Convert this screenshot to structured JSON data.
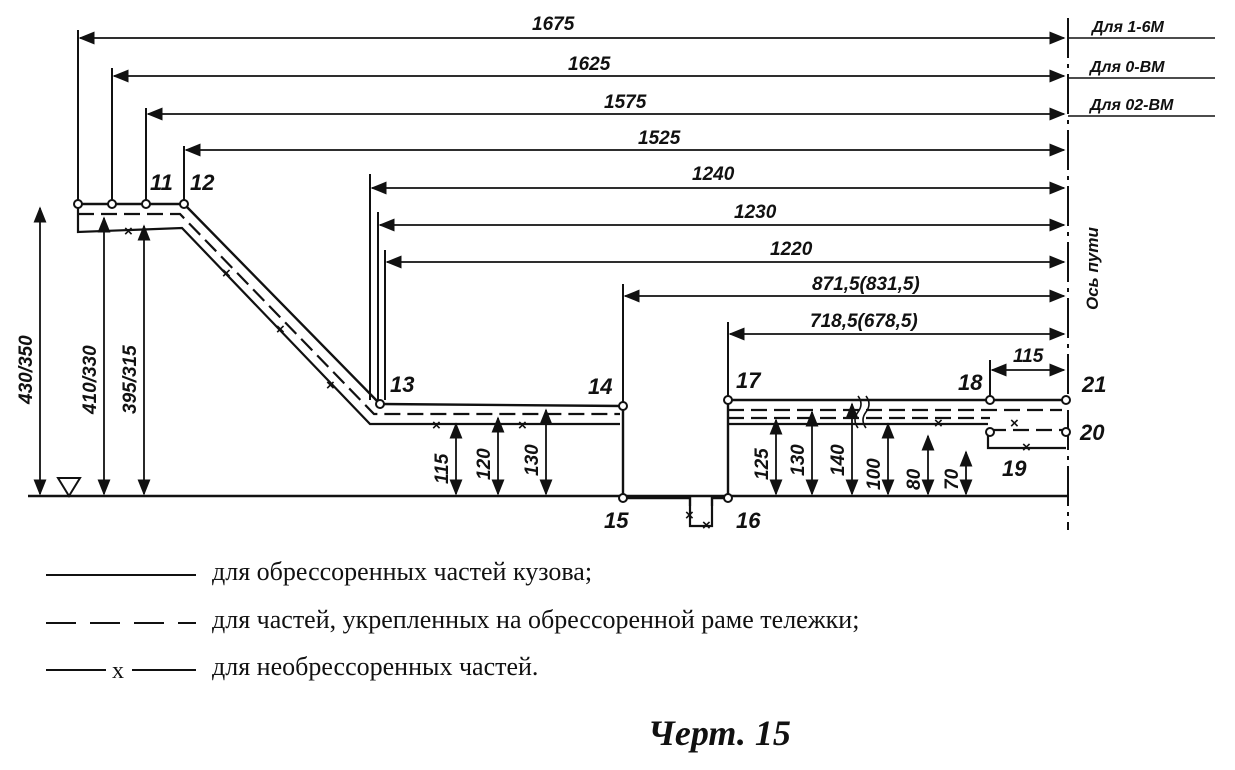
{
  "diagram": {
    "gauge_labels": [
      "Для 1-6М",
      "Для 0-ВМ",
      "Для 02-ВМ"
    ],
    "axis_label": "Ось пути",
    "horizontal_dims": [
      "1675",
      "1625",
      "1575",
      "1525",
      "1240",
      "1230",
      "1220",
      "871,5(831,5)",
      "718,5(678,5)",
      "115"
    ],
    "vertical_dims": [
      "430/350",
      "410/330",
      "395/315",
      "115",
      "120",
      "130",
      "125",
      "130",
      "140",
      "100",
      "80",
      "70"
    ],
    "point_labels": [
      "11",
      "12",
      "13",
      "14",
      "15",
      "16",
      "17",
      "18",
      "19",
      "20",
      "21"
    ]
  },
  "legend": [
    {
      "line_style": "solid",
      "text": "для обрессоренных частей кузова;"
    },
    {
      "line_style": "dashed",
      "text": "для частей, укрепленных на обрессоренной раме тележки;"
    },
    {
      "line_style": "x-line",
      "symbol": "x",
      "text": "для необрессоренных частей."
    }
  ],
  "caption": "Черт. 15"
}
